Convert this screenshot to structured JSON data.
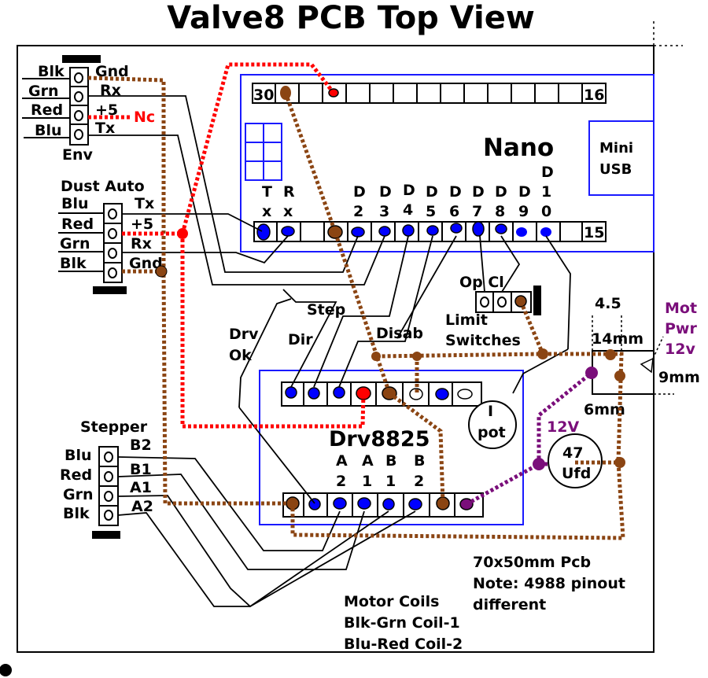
{
  "title": "Valve8 PCB Top View",
  "env_connector": {
    "wires": [
      "Blk",
      "Grn",
      "Red",
      "Blu"
    ],
    "pins": [
      "Gnd",
      "Rx",
      "+5",
      "Tx"
    ],
    "nc": "Nc",
    "name": "Env"
  },
  "dust_connector": {
    "name": "Dust Auto",
    "wires": [
      "Blu",
      "Red",
      "Grn",
      "Blk"
    ],
    "pins": [
      "Tx",
      "+5",
      "Rx",
      "Gnd"
    ]
  },
  "stepper_connector": {
    "name": "Stepper",
    "wires": [
      "Blu",
      "Red",
      "Grn",
      "Blk"
    ],
    "pins": [
      "B2",
      "B1",
      "A1",
      "A2"
    ]
  },
  "nano": {
    "name": "Nano",
    "top_left_pin": "30",
    "top_right_pin": "16",
    "bottom_right_pin": "15",
    "usb": [
      "Mini",
      "USB"
    ],
    "tx": [
      "T",
      "x"
    ],
    "rx": [
      "R",
      "x"
    ],
    "d_labels": [
      [
        "D",
        "2"
      ],
      [
        "D",
        "3"
      ],
      [
        "D",
        "4"
      ],
      [
        "D",
        "5"
      ],
      [
        "D",
        "6"
      ],
      [
        "D",
        "7"
      ],
      [
        "D",
        "8"
      ],
      [
        "D",
        "9"
      ],
      [
        "D",
        "1",
        "0"
      ]
    ]
  },
  "drv": {
    "name": "Drv8825",
    "coil_labels": [
      [
        "A",
        "2"
      ],
      [
        "A",
        "1"
      ],
      [
        "B",
        "1"
      ],
      [
        "B",
        "2"
      ]
    ],
    "pot": [
      "I",
      "pot"
    ]
  },
  "signals": {
    "drv_ok": [
      "Drv",
      "Ok"
    ],
    "dir": "Dir",
    "step": "Step",
    "disab": "Disab",
    "limit": [
      "Limit",
      "Switches"
    ],
    "op_cl": "Op Cl"
  },
  "power": {
    "dim_45": "4.5",
    "dim_14": "14mm",
    "dim_9": "9mm",
    "dim_6": "6mm",
    "mot_pwr": [
      "Mot",
      "Pwr",
      "12v"
    ],
    "v12": "12V",
    "cap": [
      "47",
      "Ufd"
    ]
  },
  "notes": {
    "pcb": [
      "70x50mm Pcb",
      "Note: 4988 pinout",
      "different"
    ],
    "coils": [
      "Motor Coils",
      "Blk-Grn Coil-1",
      "Blu-Red Coil-2"
    ]
  },
  "colors": {
    "brown": "#8b4513",
    "red": "#ff0000",
    "purple": "#7a0e7a",
    "blue": "#0000ff",
    "border": "#1a1aff"
  }
}
